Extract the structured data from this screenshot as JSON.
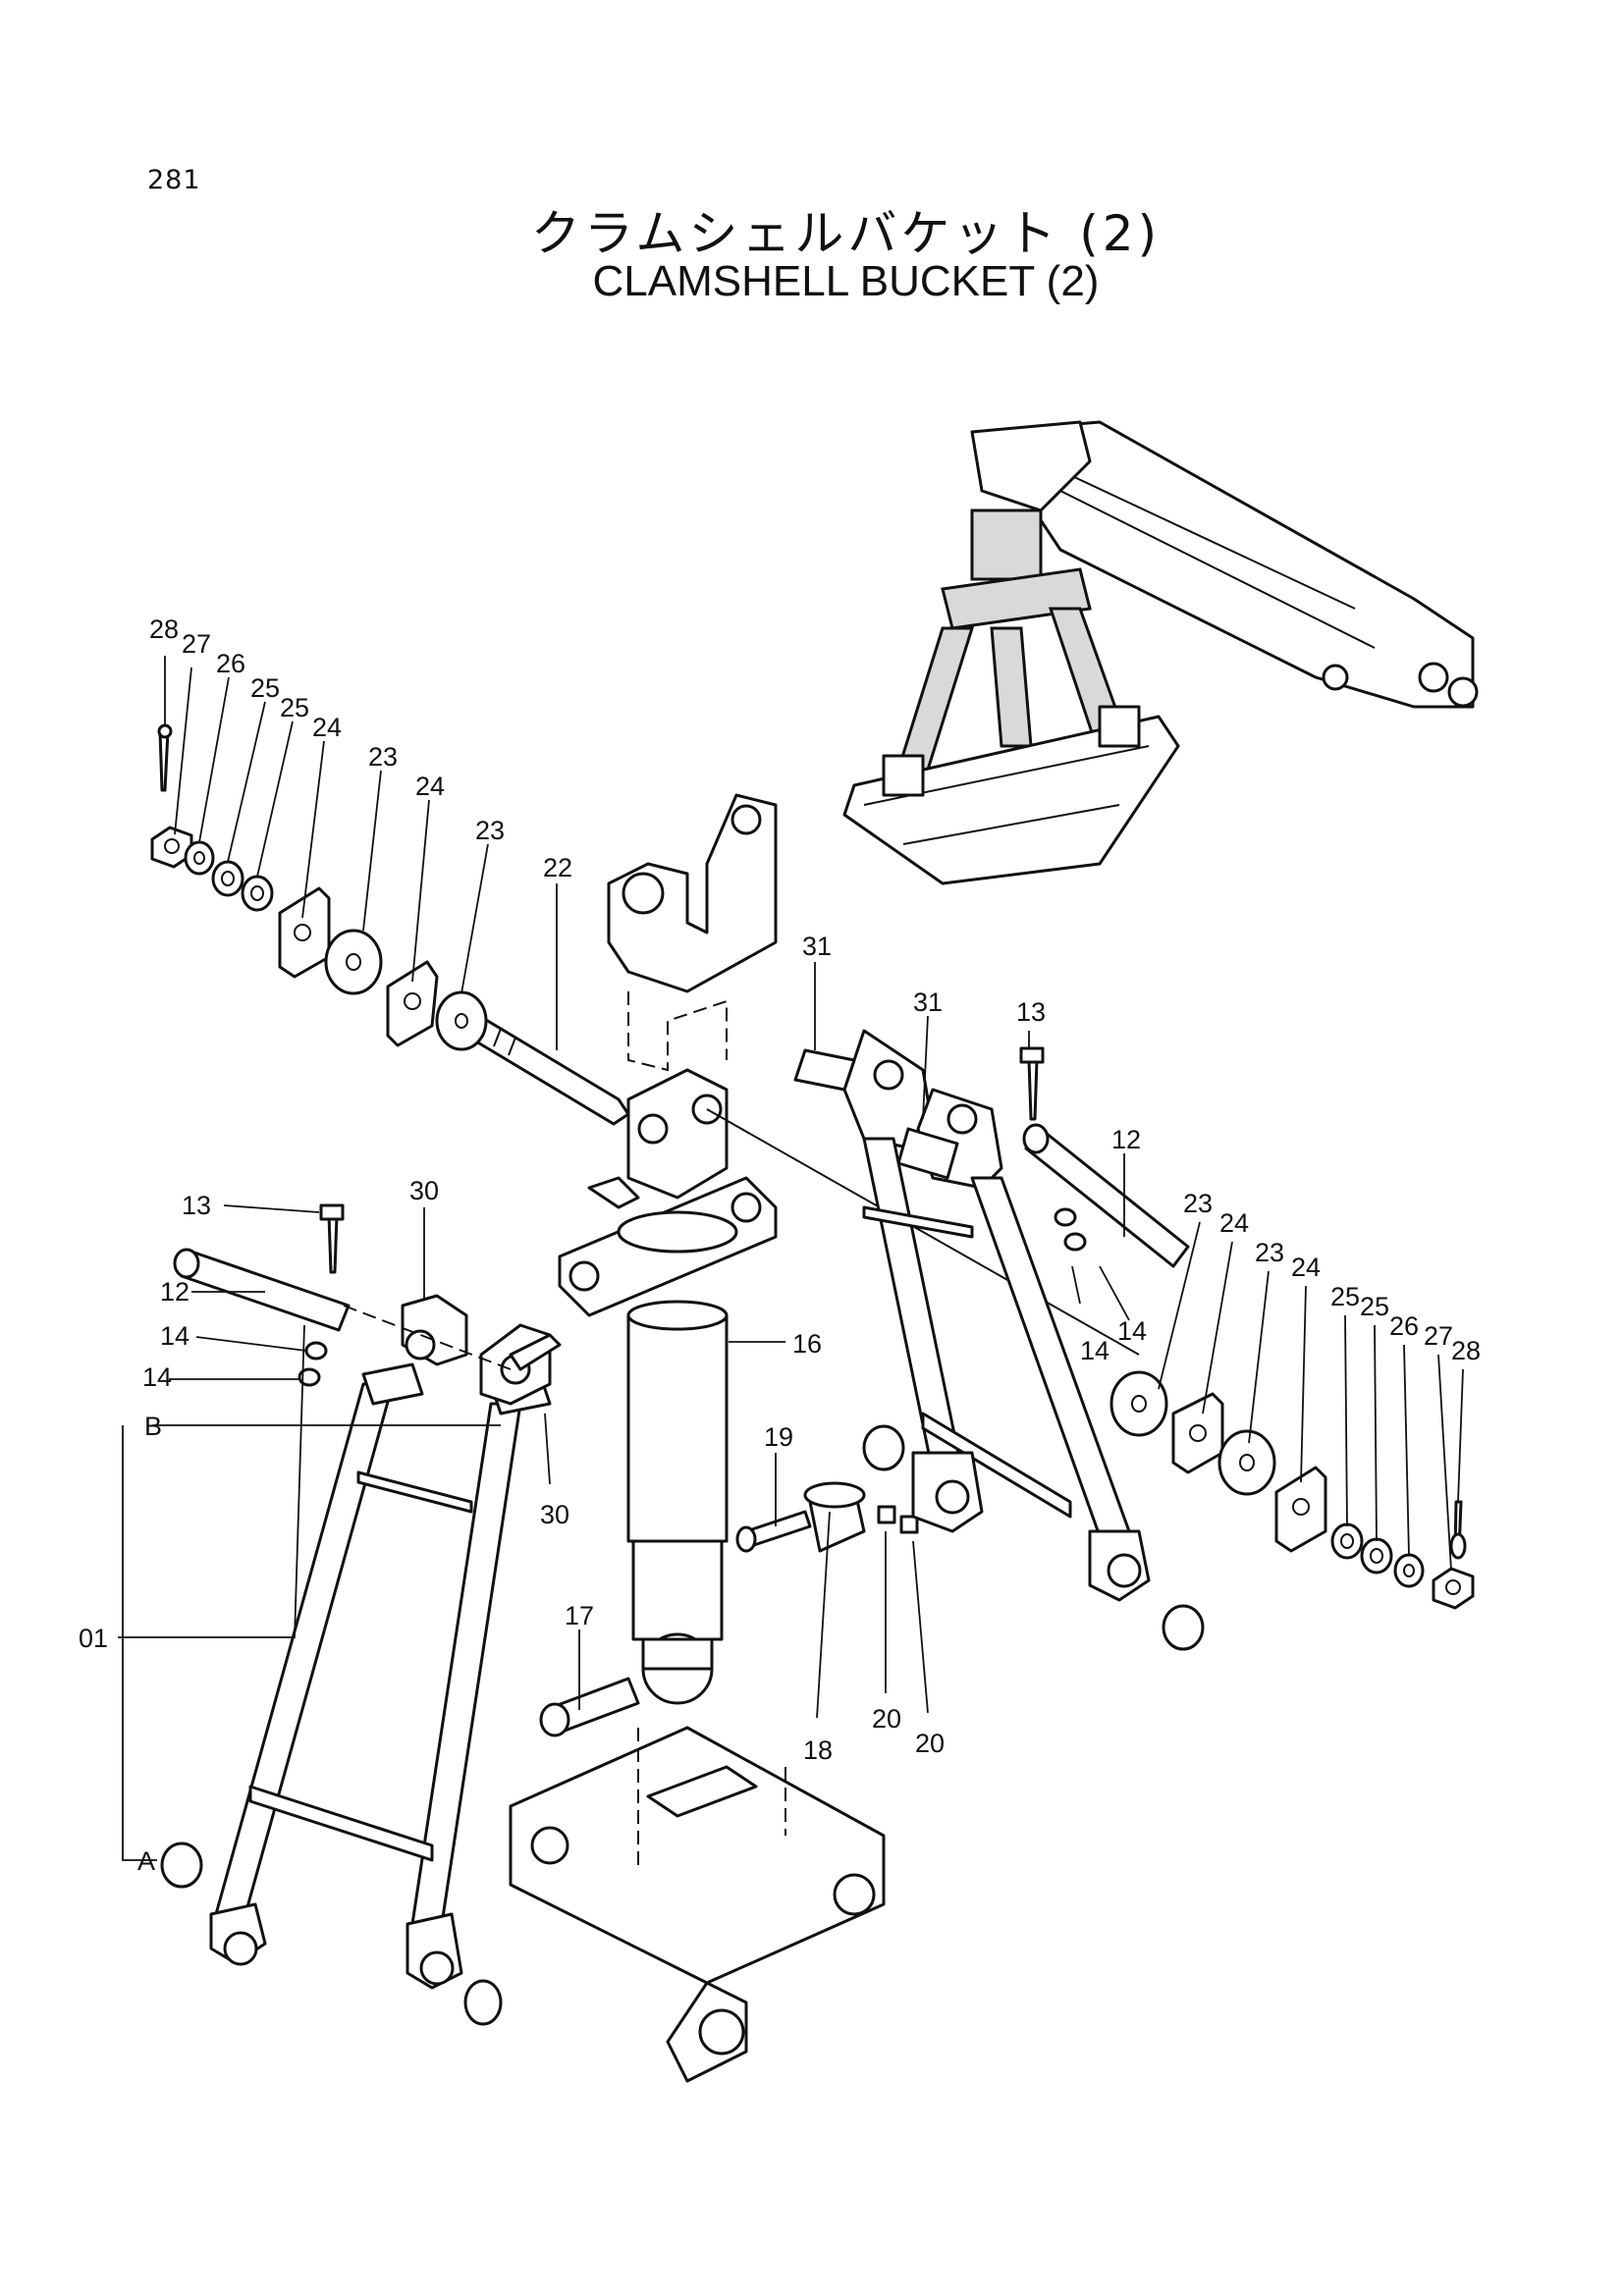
{
  "page_number": "281",
  "title_japanese": "クラムシェルバケット (2)",
  "title_english": "CLAMSHELL BUCKET (2)",
  "callouts": {
    "c28a": "28",
    "c27a": "27",
    "c26a": "26",
    "c25a": "25",
    "c25b": "25",
    "c24a": "24",
    "c23a": "23",
    "c24b": "24",
    "c23b": "23",
    "c22": "22",
    "c31a": "31",
    "c31b": "31",
    "c13a": "13",
    "c12a": "12",
    "c13b": "13",
    "c12b": "12",
    "c30a": "30",
    "c14a": "14",
    "c14b": "14",
    "cB": "B",
    "c30b": "30",
    "c01": "01",
    "c16": "16",
    "c19": "19",
    "c17": "17",
    "c18": "18",
    "c20a": "20",
    "c20b": "20",
    "cA": "A",
    "c14c": "14",
    "c14d": "14",
    "c23c": "23",
    "c24c": "24",
    "c23d": "23",
    "c24d": "24",
    "c25c": "25",
    "c25d": "25",
    "c26b": "26",
    "c27b": "27",
    "c28b": "28"
  }
}
